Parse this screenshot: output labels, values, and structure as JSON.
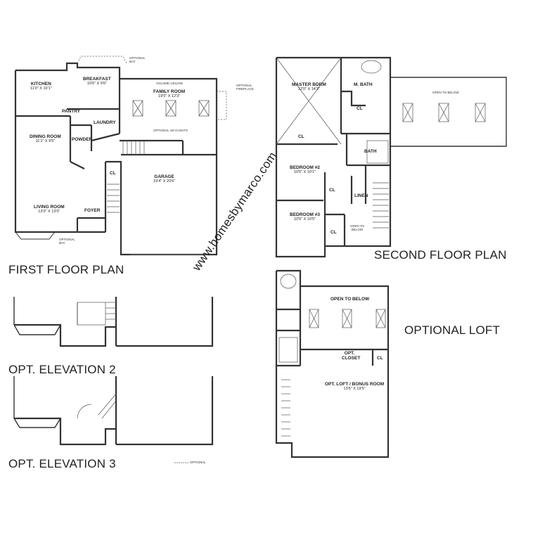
{
  "watermark": "www.homesbymarco.com",
  "first_floor": {
    "title": "FIRST FLOOR PLAN",
    "rooms": [
      {
        "name": "KITCHEN",
        "dims": "11'0\" X 10'1\""
      },
      {
        "name": "BREAKFAST",
        "dims": "10'6\" X 9'6\""
      },
      {
        "name": "FAMILY ROOM",
        "dims": "19'5\" X 12'3\"",
        "note": "VOLUME CEILING"
      },
      {
        "name": "PANTRY"
      },
      {
        "name": "LAUNDRY"
      },
      {
        "name": "DINING ROOM",
        "dims": "11'1\" X 9'5\""
      },
      {
        "name": "POWDER"
      },
      {
        "name": "CL"
      },
      {
        "name": "GARAGE",
        "dims": "19'4\" X 20'6\""
      },
      {
        "name": "LIVING ROOM",
        "dims": "13'0\" X 13'0\""
      },
      {
        "name": "FOYER"
      }
    ],
    "notes": {
      "optional_bay_top": "OPTIONAL BAY",
      "optional_fireplace": "OPTIONAL FIREPLACE",
      "optional_skylights": "OPTIONAL SKYLIGHTS",
      "optional_bay_bottom": "OPTIONAL BAY"
    }
  },
  "second_floor": {
    "title": "SECOND FLOOR PLAN",
    "rooms": [
      {
        "name": "MASTER BDRM",
        "dims": "12'0\" X 14'3\""
      },
      {
        "name": "M. BATH"
      },
      {
        "name": "CL"
      },
      {
        "name": "CL"
      },
      {
        "name": "BATH"
      },
      {
        "name": "BEDROOM #2",
        "dims": "10'5\" X 10'1\""
      },
      {
        "name": "CL"
      },
      {
        "name": "LINEN"
      },
      {
        "name": "BEDROOM #3",
        "dims": "10'5\" X 10'5\""
      },
      {
        "name": "CL"
      },
      {
        "name": "OPEN TO BELOW"
      },
      {
        "name": "OPEN TO BELOW"
      }
    ]
  },
  "optional_loft": {
    "title": "OPTIONAL LOFT",
    "rooms": [
      {
        "name": "OPEN TO BELOW"
      },
      {
        "name": "OPT. CLOSET"
      },
      {
        "name": "CL"
      },
      {
        "name": "OPT. LOFT / BONUS ROOM",
        "dims": "13'6\" X 19'5\""
      }
    ]
  },
  "elevation_2": {
    "title": "OPT. ELEVATION 2"
  },
  "elevation_3": {
    "title": "OPT. ELEVATION 3"
  },
  "legend": {
    "optional": "OPTIONAL"
  }
}
